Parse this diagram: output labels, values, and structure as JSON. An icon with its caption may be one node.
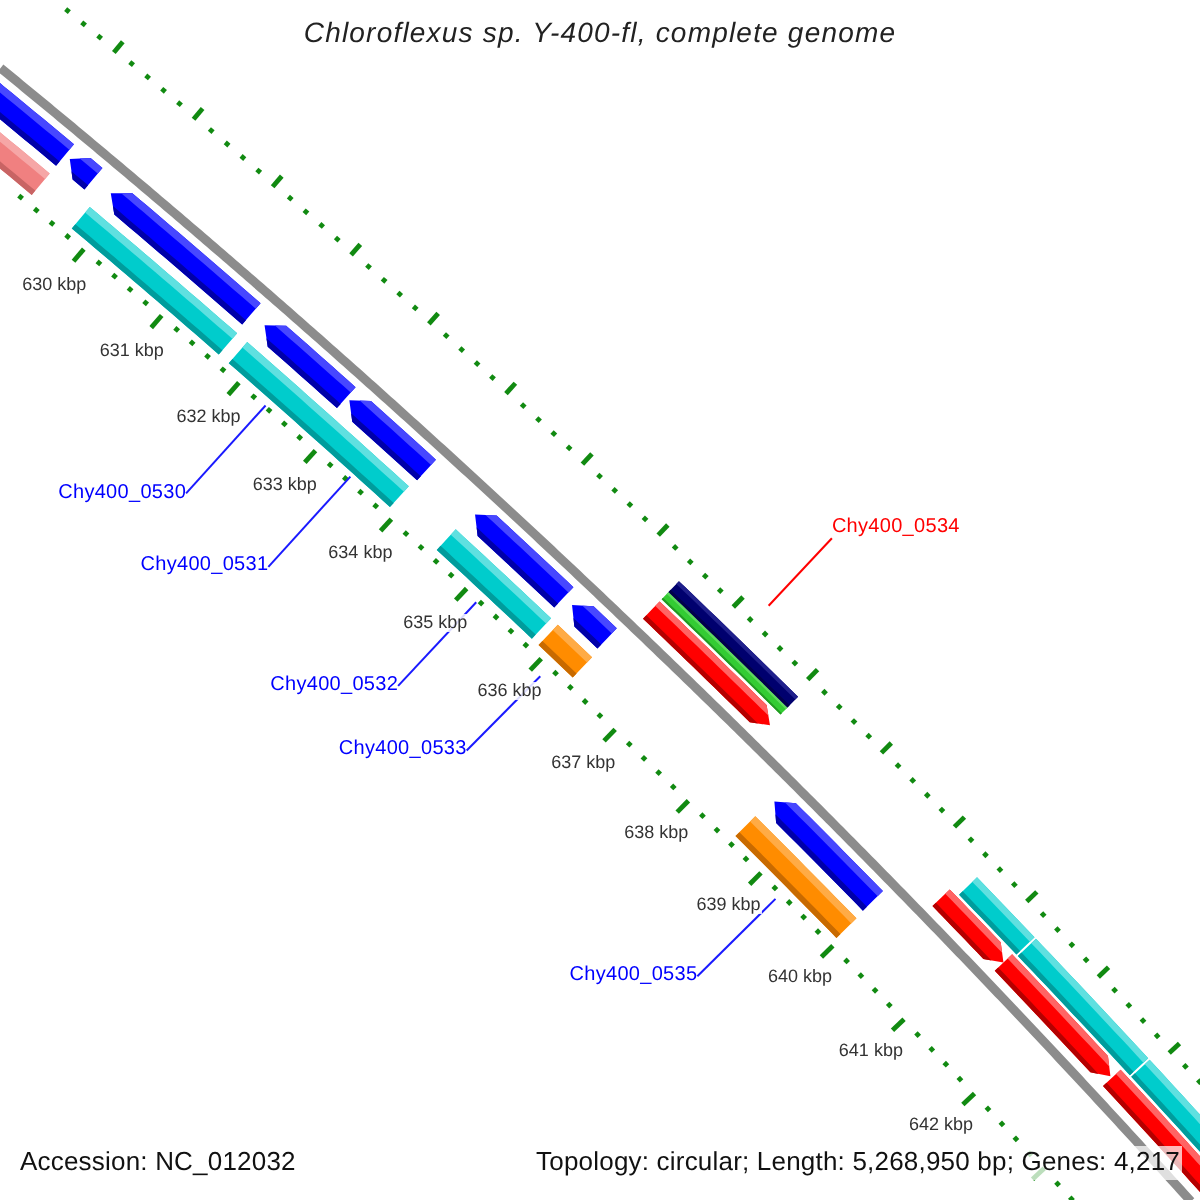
{
  "diagram": {
    "title": "Chloroflexus sp. Y-400-fl, complete genome",
    "nodes": [
      {
        "text": [
          "Chy400_0530"
        ]
      },
      {
        "text": [
          "Chy400_0534"
        ]
      },
      {
        "text": [
          "Chy400_0531"
        ]
      },
      {
        "text": [
          "Chy400_0532"
        ]
      },
      {
        "text": [
          "Chy400_0533"
        ]
      },
      {
        "text": [
          "Chy400_0535"
        ]
      },
      {
        "text": [],
        "shape": "bar"
      },
      {
        "text": [],
        "shape": "bar"
      },
      {
        "text": [],
        "shape": "pentagon"
      },
      {
        "text": [],
        "shape": "bar"
      },
      {
        "text": [],
        "shape": "pentagon"
      },
      {
        "text": [],
        "shape": "bar"
      },
      {
        "text": [],
        "shape": "pentagon"
      },
      {
        "text": [],
        "shape": "pentagon"
      },
      {
        "text": [],
        "shape": "bar"
      },
      {
        "text": [],
        "shape": "pentagon"
      },
      {
        "text": [],
        "shape": "pentagon"
      },
      {
        "text": [],
        "shape": "bar"
      },
      {
        "text": [],
        "shape": "pentagon"
      },
      {
        "text": [],
        "shape": "bar"
      },
      {
        "text": [],
        "shape": "bar"
      },
      {
        "text": [],
        "shape": "bar"
      },
      {
        "text": [],
        "shape": "pentagon"
      },
      {
        "text": [],
        "shape": "pentagon"
      },
      {
        "text": [],
        "shape": "bar"
      },
      {
        "text": [],
        "shape": "pentagon"
      },
      {
        "text": [],
        "shape": "bar"
      },
      {
        "text": [],
        "shape": "bar"
      },
      {
        "text": [],
        "shape": "bar"
      }
    ],
    "edges": [
      {
        "from": 0,
        "to": 12,
        "arrow": "none"
      },
      {
        "from": 1,
        "to": 18,
        "arrow": "none",
        "color": "#ff0000"
      },
      {
        "from": 2,
        "to": 13,
        "arrow": "none"
      },
      {
        "from": 3,
        "to": 15,
        "arrow": "none"
      },
      {
        "from": 4,
        "to": 17,
        "arrow": "none"
      },
      {
        "from": 5,
        "to": 22,
        "arrow": "none"
      }
    ],
    "labels": [
      "630 kbp",
      "631 kbp",
      "632 kbp",
      "633 kbp",
      "634 kbp",
      "635 kbp",
      "636 kbp",
      "637 kbp",
      "638 kbp",
      "639 kbp",
      "640 kbp",
      "641 kbp",
      "642 kbp",
      "Accession: NC_012032",
      "Topology: circular; Length: 5,268,950 bp; Genes: 4,217"
    ]
  }
}
